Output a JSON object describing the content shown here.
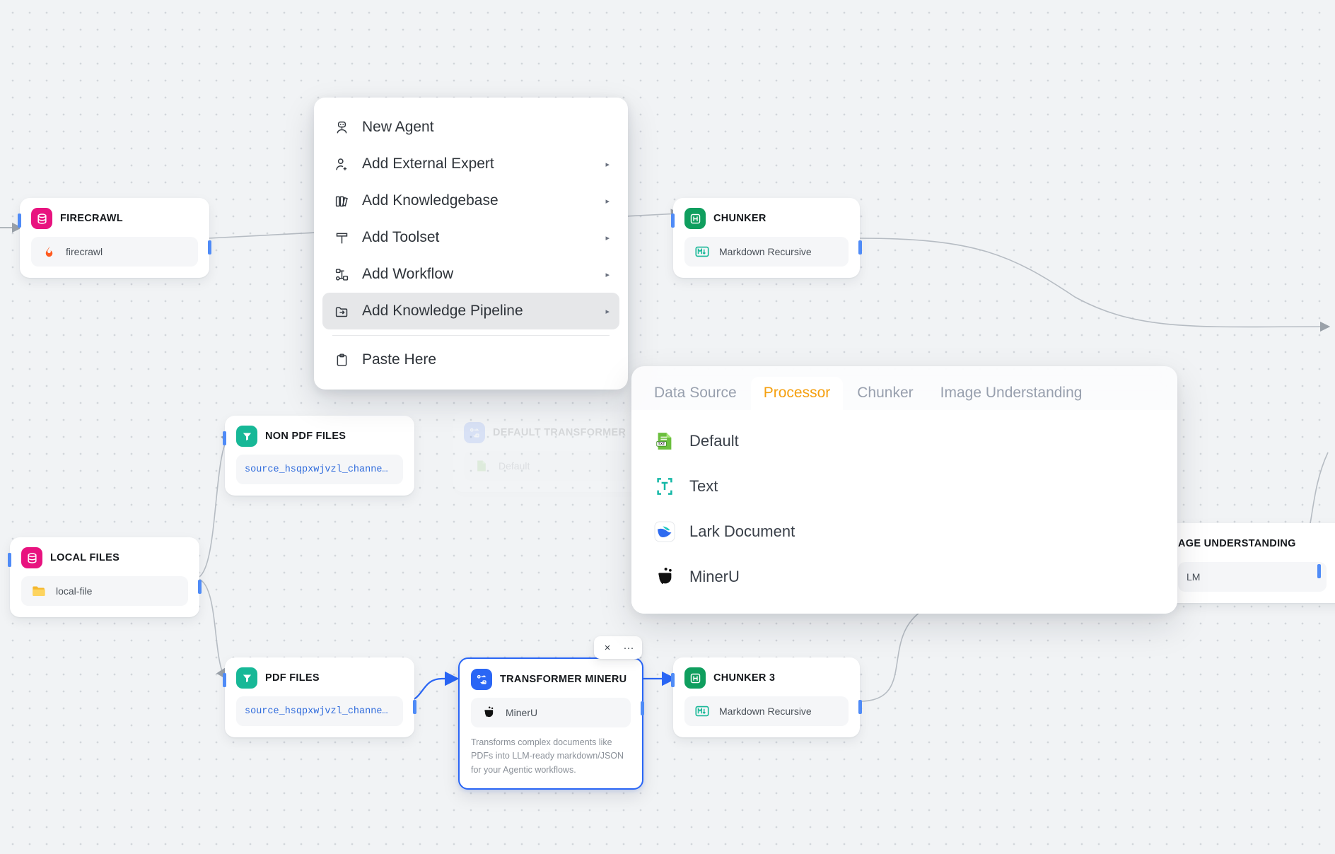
{
  "canvas": {
    "nodes": [
      {
        "id": "firecrawl",
        "title": "FIRECRAWL",
        "badge_icon": "database-icon",
        "badge_color": "#e8137f",
        "row_icon": "flame-icon",
        "row_label": "firecrawl",
        "row_mono": false
      },
      {
        "id": "chunker",
        "title": "CHUNKER",
        "badge_icon": "chunk-icon",
        "badge_color": "#0f9e5e",
        "row_icon": "markdown-icon",
        "row_label": "Markdown Recursive",
        "row_mono": false
      },
      {
        "id": "non-pdf-files",
        "title": "NON PDF FILES",
        "badge_icon": "filter-icon",
        "badge_color": "#17b897",
        "row_icon": "none",
        "row_label": "source_hsqpxwjvzl_channe…",
        "row_mono": true
      },
      {
        "id": "local-files",
        "title": "LOCAL FILES",
        "badge_icon": "database-icon",
        "badge_color": "#e8137f",
        "row_icon": "folder-icon",
        "row_label": "local-file",
        "row_mono": false
      },
      {
        "id": "pdf-files",
        "title": "PDF FILES",
        "badge_icon": "filter-icon",
        "badge_color": "#17b897",
        "row_icon": "none",
        "row_label": "source_hsqpxwjvzl_channe…",
        "row_mono": true
      },
      {
        "id": "transformer-mineru",
        "title": "TRANSFORMER MINERU",
        "badge_icon": "transform-icon",
        "badge_color": "#2a66f5",
        "row_icon": "mineru-icon",
        "row_label": "MinerU",
        "row_mono": false,
        "description": "Transforms complex documents like PDFs into LLM-ready markdown/JSON for your Agentic workflows.",
        "selected": true
      },
      {
        "id": "chunker-3",
        "title": "CHUNKER 3",
        "badge_icon": "chunk-icon",
        "badge_color": "#0f9e5e",
        "row_icon": "markdown-icon",
        "row_label": "Markdown Recursive",
        "row_mono": false
      },
      {
        "id": "default-transformer",
        "title": "DEFAULT TRANSFORMER",
        "badge_icon": "transform-icon",
        "badge_color": "#2a66f5",
        "row_icon": "txt-icon",
        "row_label": "Default",
        "row_mono": false,
        "ghost": true
      },
      {
        "id": "image-understanding",
        "title": "AGE UNDERSTANDING",
        "badge_icon": "none",
        "badge_color": "#2a66f5",
        "row_icon": "none",
        "row_label": "LM",
        "row_mono": false
      }
    ],
    "node_actions": {
      "close_label": "×",
      "more_label": "···"
    }
  },
  "context_menu": {
    "items": [
      {
        "label": "New Agent",
        "icon": "robot-icon",
        "arrow": "",
        "active": false
      },
      {
        "label": "Add External Expert",
        "icon": "user-plus-icon",
        "arrow": "▸",
        "active": false
      },
      {
        "label": "Add Knowledgebase",
        "icon": "books-icon",
        "arrow": "▸",
        "active": false
      },
      {
        "label": "Add Toolset",
        "icon": "hammer-icon",
        "arrow": "▸",
        "active": false
      },
      {
        "label": "Add Workflow",
        "icon": "workflow-icon",
        "arrow": "▸",
        "active": false
      },
      {
        "label": "Add Knowledge Pipeline",
        "icon": "pipeline-icon",
        "arrow": "▸",
        "active": true
      },
      {
        "label": "Paste Here",
        "icon": "clipboard-icon",
        "arrow": "",
        "active": false
      }
    ]
  },
  "submenu": {
    "tabs": [
      {
        "label": "Data Source",
        "active": false
      },
      {
        "label": "Processor",
        "active": true
      },
      {
        "label": "Chunker",
        "active": false
      },
      {
        "label": "Image Understanding",
        "active": false
      }
    ],
    "options": [
      {
        "label": "Default",
        "icon": "txt-file-icon"
      },
      {
        "label": "Text",
        "icon": "text-brackets-icon"
      },
      {
        "label": "Lark Document",
        "icon": "lark-icon"
      },
      {
        "label": "MinerU",
        "icon": "mineru-icon"
      }
    ]
  },
  "colors": {
    "accent_orange": "#f5a010",
    "accent_blue": "#2a66f5",
    "pink": "#e8137f",
    "green": "#0f9e5e",
    "teal": "#17b897"
  }
}
